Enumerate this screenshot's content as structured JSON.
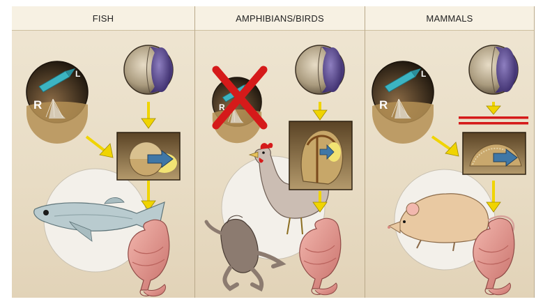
{
  "panels": [
    {
      "title": "FISH"
    },
    {
      "title": "AMPHIBIANS/BIRDS"
    },
    {
      "title": "MAMMALS"
    }
  ],
  "cilia_inset": {
    "left_letter": "L",
    "right_letter": "R"
  },
  "colors": {
    "arrow_yellow": "#f0d400",
    "cross_red": "#d51a1a",
    "block_red": "#d51a1a",
    "flow_blue": "#3f77a6",
    "cilium_teal": "#35a8b9",
    "heart_pink": "#e59a93",
    "embryo_purple": "#5b4a8e"
  },
  "icons": [
    "cilia-inset-icon",
    "embryo-icon",
    "node-inset-icon",
    "heart-tube-icon",
    "fish-icon",
    "chicken-icon",
    "frog-icon",
    "mouse-icon",
    "red-cross-icon",
    "block-bars-icon"
  ]
}
